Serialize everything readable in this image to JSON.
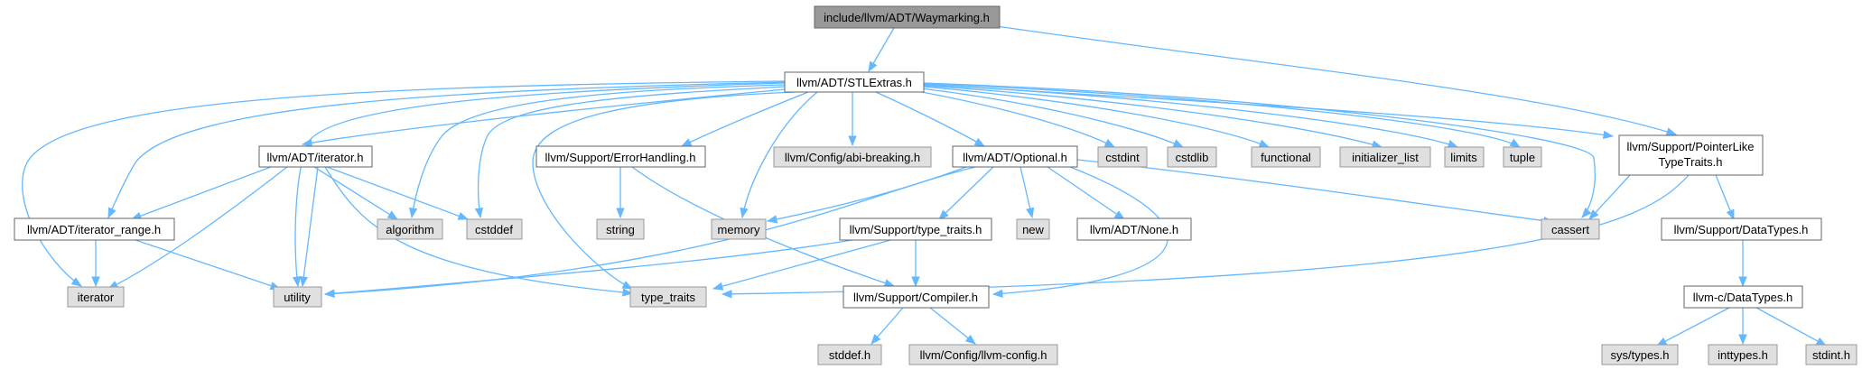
{
  "nodes": {
    "waymarking": "include/llvm/ADT/Waymarking.h",
    "stlextras": "llvm/ADT/STLExtras.h",
    "ptrlike_1": "llvm/Support/PointerLike",
    "ptrlike_2": "TypeTraits.h",
    "iterator_h": "llvm/ADT/iterator.h",
    "errorhandling": "llvm/Support/ErrorHandling.h",
    "abibreaking": "llvm/Config/abi-breaking.h",
    "optional": "llvm/ADT/Optional.h",
    "cstdint": "cstdint",
    "cstdlib": "cstdlib",
    "functional": "functional",
    "initializer_list": "initializer_list",
    "limits": "limits",
    "tuple": "tuple",
    "iterator_range": "llvm/ADT/iterator_range.h",
    "algorithm": "algorithm",
    "cstddef": "cstddef",
    "string": "string",
    "memory": "memory",
    "type_traits_h": "llvm/Support/type_traits.h",
    "new": "new",
    "none": "llvm/ADT/None.h",
    "cassert": "cassert",
    "datatypes_support": "llvm/Support/DataTypes.h",
    "iterator": "iterator",
    "utility": "utility",
    "type_traits": "type_traits",
    "compiler": "llvm/Support/Compiler.h",
    "datatypes_c": "llvm-c/DataTypes.h",
    "stddef": "stddef.h",
    "llvmconfig": "llvm/Config/llvm-config.h",
    "systypes": "sys/types.h",
    "inttypes": "inttypes.h",
    "stdint": "stdint.h"
  },
  "colors": {
    "edge": "#63b8ff",
    "root_fill": "#999999",
    "document_fill": "#ffffff",
    "system_fill": "#e0e0e0"
  }
}
